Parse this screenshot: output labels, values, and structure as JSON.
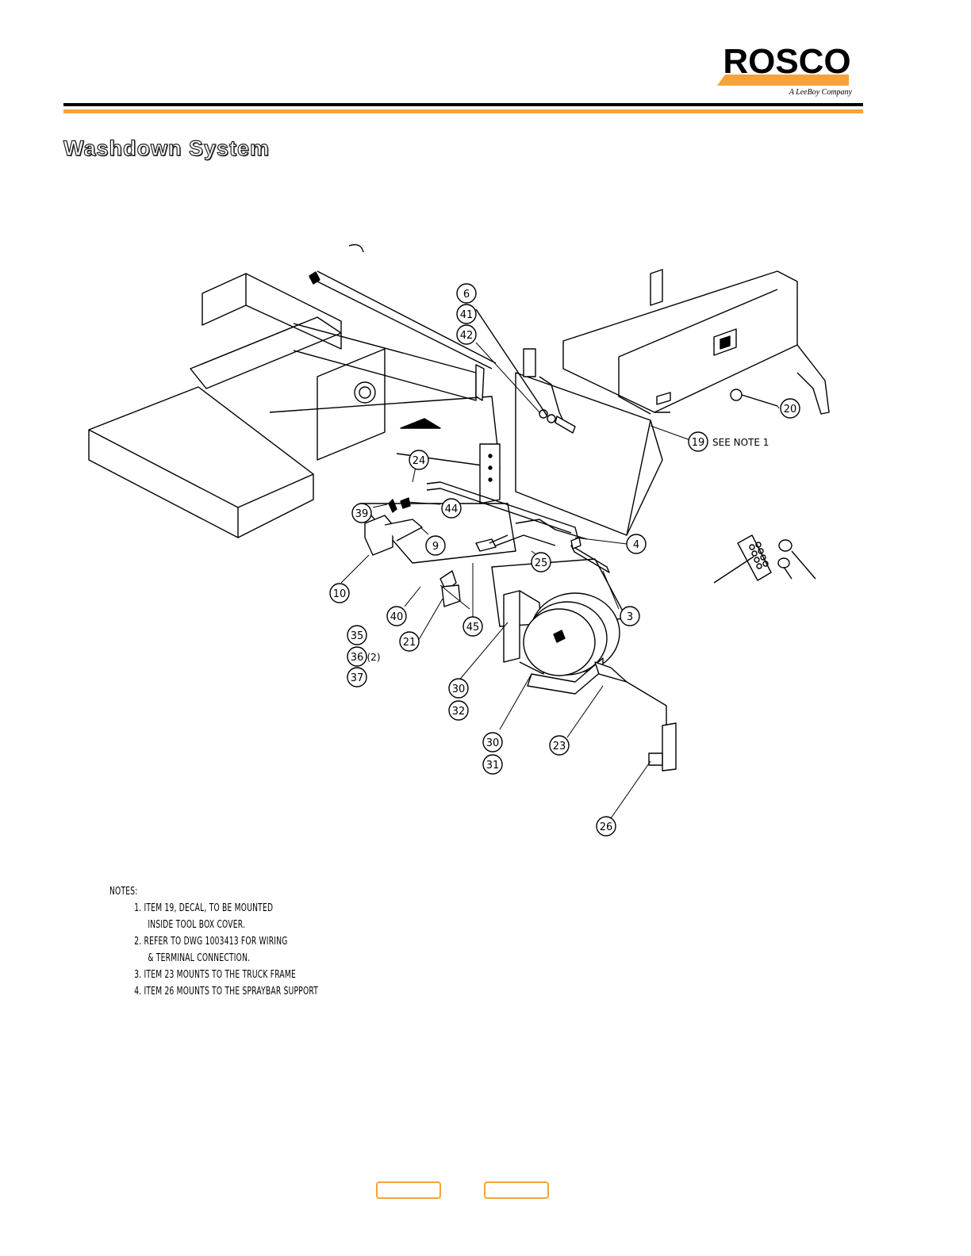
{
  "header": {
    "logo_text": "ROSCO",
    "logo_tagline": "A LeeBoy Company",
    "brand_orange": "#f5a33a",
    "brand_black": "#000000"
  },
  "page_title": "Washdown System",
  "diagram": {
    "callouts": [
      "6",
      "41",
      "42",
      "20",
      "19",
      "24",
      "39",
      "44",
      "9",
      "4",
      "10",
      "25",
      "3",
      "40",
      "45",
      "21",
      "35",
      "36",
      "37",
      "30",
      "32",
      "23",
      "30",
      "31",
      "26"
    ],
    "callout_36_suffix": "(2)",
    "callout_19_note": "SEE NOTE 1"
  },
  "notes": {
    "heading": "NOTES:",
    "items": [
      {
        "line1": "1. ITEM 19, DECAL, TO BE MOUNTED",
        "line2": "INSIDE TOOL BOX COVER."
      },
      {
        "line1": "2. REFER TO DWG 1003413 FOR WIRING",
        "line2": "& TERMINAL CONNECTION."
      },
      {
        "line1": "3. ITEM 23 MOUNTS TO THE TRUCK FRAME",
        "line2": ""
      },
      {
        "line1": "4. ITEM 26 MOUNTS TO THE SPRAYBAR SUPPORT",
        "line2": ""
      }
    ]
  },
  "footer": {
    "prev_button": "",
    "next_button": ""
  }
}
